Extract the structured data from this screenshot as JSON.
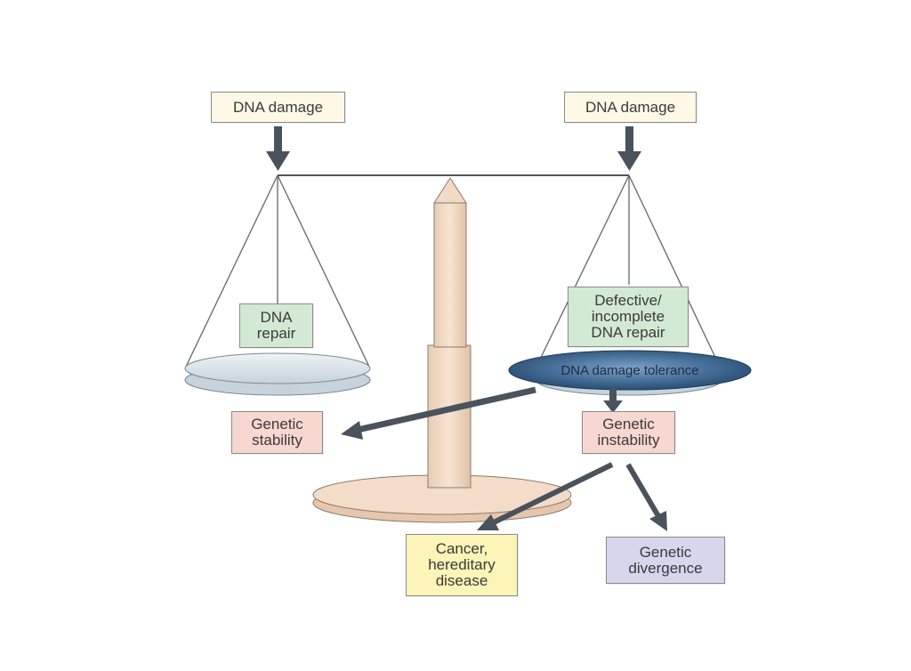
{
  "colors": {
    "label_box_cream": "#fdf9e6",
    "green_box": "#d2ead3",
    "pink_box": "#f7d7d0",
    "yellow_box": "#fdf4b8",
    "purple_box": "#d7d6ec",
    "ellipse_blue": "#3f6791",
    "arrow_dark": "#4a525c",
    "scale_pan": "#d9e4ea",
    "pillar": "#f0d8c2"
  },
  "labels": {
    "damage_left": "DNA damage",
    "damage_right": "DNA damage",
    "dna_repair": "DNA\nrepair",
    "defective_repair": "Defective/\nincomplete\nDNA repair",
    "tolerance": "DNA damage tolerance",
    "genetic_stability": "Genetic\nstability",
    "genetic_instability": "Genetic\ninstability",
    "cancer": "Cancer,\nhereditary\ndisease",
    "divergence": "Genetic\ndivergence"
  }
}
